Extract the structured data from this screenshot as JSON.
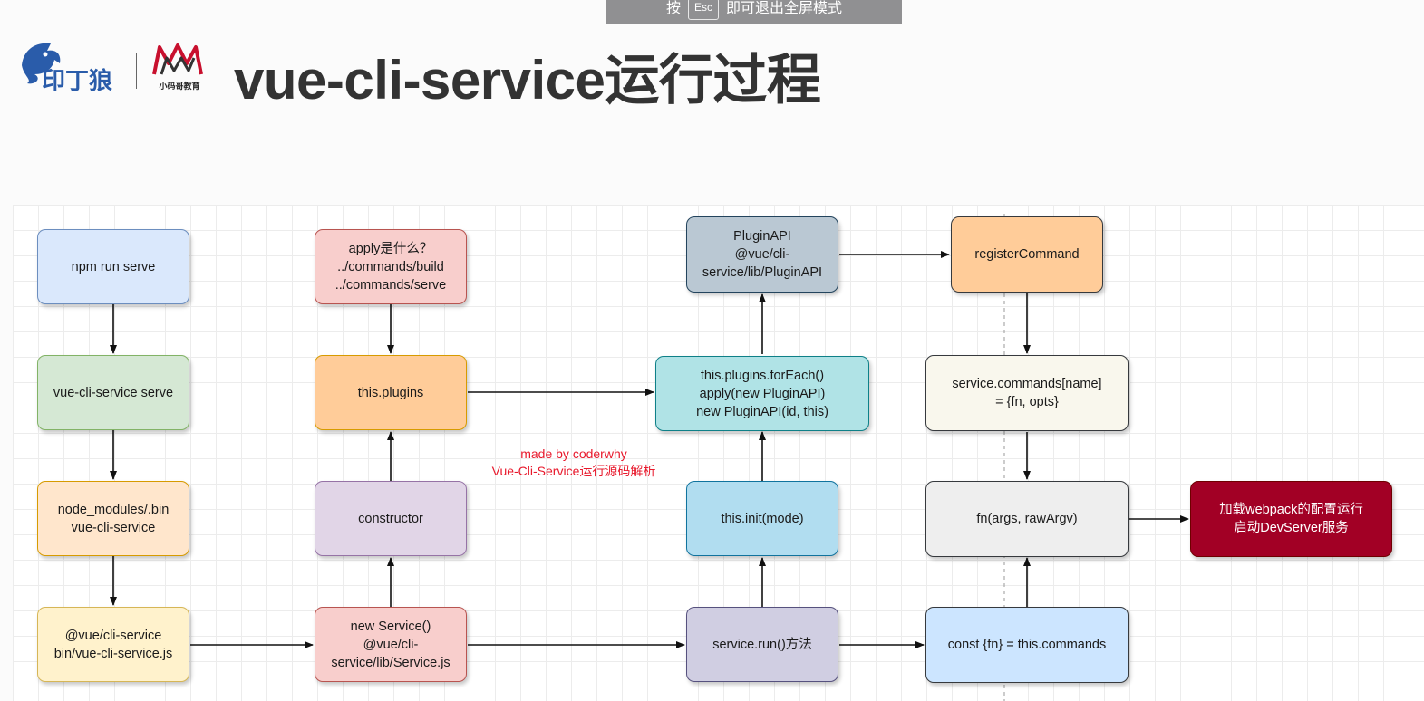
{
  "toast": {
    "prefix": "按",
    "key": "Esc",
    "suffix": "即可退出全屏模式"
  },
  "header": {
    "title": "vue-cli-service运行过程"
  },
  "watermark": {
    "line1": "made by coderwhy",
    "line2": "Vue-Cli-Service运行源码解析"
  },
  "nodes": {
    "npm_run_serve": "npm run serve",
    "vue_cli_service_serve": "vue-cli-service serve",
    "node_modules_bin": "node_modules/.bin\nvue-cli-service",
    "vue_cli_service_js": "@vue/cli-service\nbin/vue-cli-service.js",
    "apply_what": "apply是什么？\n../commands/build\n../commands/serve",
    "this_plugins": "this.plugins",
    "constructor": "constructor",
    "new_service": "new Service()\n@vue/cli-\nservice/lib/Service.js",
    "plugin_api": "PluginAPI\n@vue/cli-\nservice/lib/PluginAPI",
    "plugins_foreach": "this.plugins.forEach()\napply(new PluginAPI)\nnew PluginAPI(id, this)",
    "this_init": "this.init(mode)",
    "service_run": "service.run()方法",
    "register_command": "registerCommand",
    "service_commands": "service.commands[name]\n= {fn, opts}",
    "fn_args": "fn(args, rawArgv)",
    "const_fn": "const {fn} = this.commands",
    "load_webpack": "加载webpack的配置运行\n启动DevServer服务"
  },
  "colors": {
    "blue_fill": "#dae8fc",
    "blue_stroke": "#6c8ebf",
    "green_fill": "#d5e8d4",
    "green_stroke": "#82b366",
    "orange_fill": "#ffe6cc",
    "orange_stroke": "#d79b00",
    "yellow_fill": "#fff2cc",
    "yellow_stroke": "#d6b656",
    "red_fill": "#f8cecc",
    "red_stroke": "#b85450",
    "purple_fill": "#e1d5e7",
    "purple_stroke": "#9673a6",
    "gray_fill": "#bac8d3",
    "gray_stroke": "#23445d",
    "cyan_fill": "#b0e3e6",
    "cyan_stroke": "#0e8088",
    "lightblue_fill": "#b1ddf0",
    "lightblue_stroke": "#10739e",
    "lavender_fill": "#d0cee2",
    "lavender_stroke": "#56517e",
    "peach_fill": "#ffcc99",
    "peach_stroke": "#36393d",
    "cream_fill": "#f9f7ed",
    "cream_stroke": "#36393d",
    "lightgray_fill": "#eeeeee",
    "lightgray_stroke": "#36393d",
    "sky_fill": "#cce5ff",
    "sky_stroke": "#36393d",
    "darkred_fill": "#a20025",
    "darkred_stroke": "#6f0000"
  }
}
